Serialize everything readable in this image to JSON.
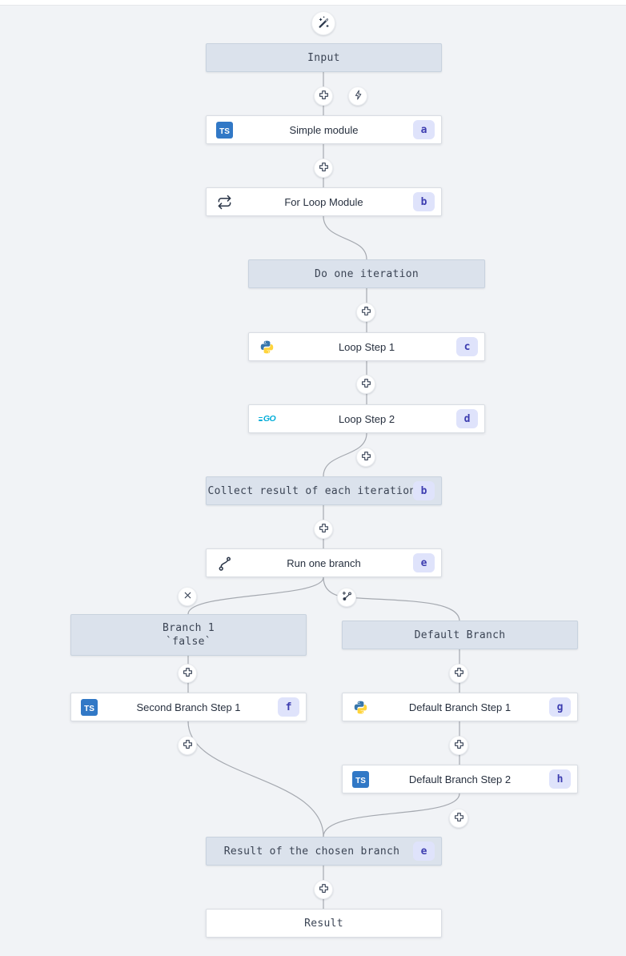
{
  "app": {
    "description": "workflow flow editor canvas"
  },
  "colors": {
    "canvas_bg": "#f1f3f6",
    "module_bg": "#ffffff",
    "virtual_bg": "#dbe2ec",
    "badge_bg": "#dfe3fb",
    "badge_text": "#3d3db0",
    "edge": "#a5a9b0",
    "typescript_blue": "#3178c6",
    "python_blue": "#3776ab",
    "python_yellow": "#ffd43b",
    "go_cyan": "#00add8"
  },
  "icons": {
    "ts_label": "TS",
    "go_label": "GO"
  },
  "nodes": {
    "input": {
      "label": "Input"
    },
    "simple_module": {
      "label": "Simple module",
      "badge": "a",
      "language": "typescript"
    },
    "for_loop": {
      "label": "For Loop Module",
      "badge": "b",
      "icon": "repeat-icon"
    },
    "do_one_iteration": {
      "label": "Do one iteration"
    },
    "loop_step_1": {
      "label": "Loop Step 1",
      "badge": "c",
      "language": "python"
    },
    "loop_step_2": {
      "label": "Loop Step 2",
      "badge": "d",
      "language": "go"
    },
    "collect_result": {
      "label": "Collect result of each iteration",
      "badge": "b"
    },
    "run_one_branch": {
      "label": "Run one branch",
      "badge": "e",
      "icon": "branch-one-icon"
    },
    "branch_1": {
      "label": "Branch 1",
      "sublabel": "`false`"
    },
    "default_branch": {
      "label": "Default Branch"
    },
    "second_branch_step_1": {
      "label": "Second Branch Step 1",
      "badge": "f",
      "language": "typescript"
    },
    "default_branch_step_1": {
      "label": "Default Branch Step 1",
      "badge": "g",
      "language": "python"
    },
    "default_branch_step_2": {
      "label": "Default Branch Step 2",
      "badge": "h",
      "language": "typescript"
    },
    "result_of_chosen_branch": {
      "label": "Result of the chosen branch",
      "badge": "e"
    },
    "result": {
      "label": "Result"
    }
  }
}
